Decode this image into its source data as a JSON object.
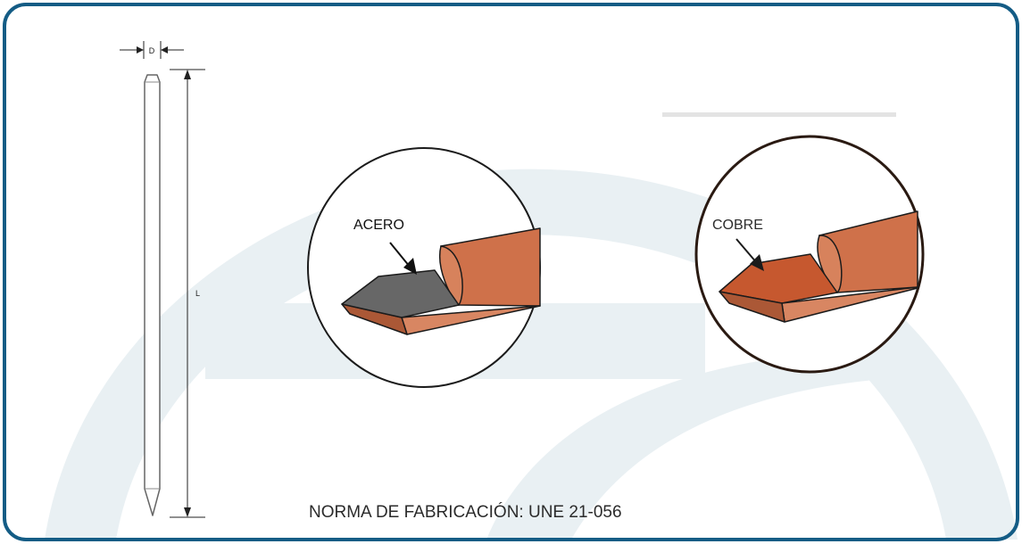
{
  "dimension_labels": {
    "diameter": "D",
    "length": "L"
  },
  "callouts": {
    "steel": "ACERO",
    "copper": "COBRE"
  },
  "footer": {
    "standard": "NORMA DE FABRICACIÓN: UNE 21-056"
  },
  "colors": {
    "frame": "#145c85",
    "watermark": "#e9f0f3",
    "copper": "#cf714a",
    "copper_dark": "#a9502f",
    "steel": "#676767",
    "outline": "#1b1b1b",
    "copper_circle": "#2a1a12"
  }
}
